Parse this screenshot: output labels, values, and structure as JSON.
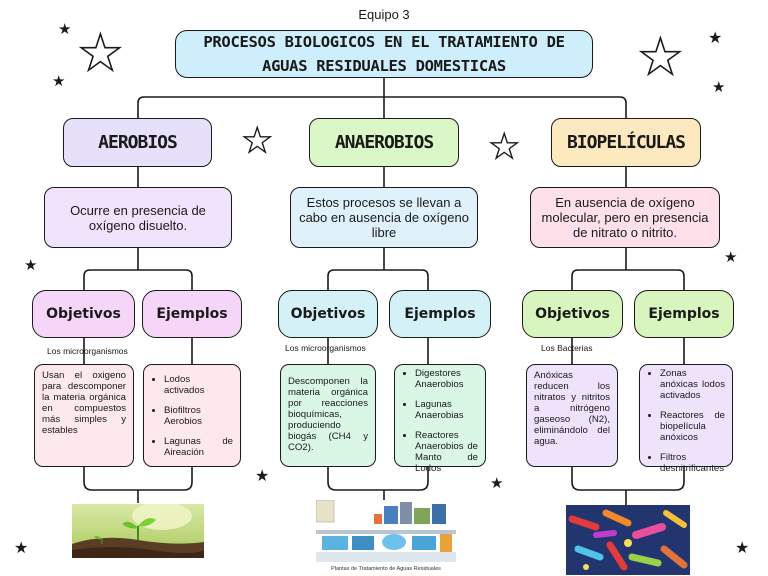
{
  "header": {
    "team": "Equipo 3"
  },
  "title": {
    "line1": "PROCESOS BIOLOGICOS EN EL TRATAMIENTO DE",
    "line2": "AGUAS RESIDUALES DOMESTICAS"
  },
  "colors": {
    "title_bg": "#cdeefa",
    "aerobios": "#e6e0fa",
    "anaerobios": "#dbf7c8",
    "biopeliculas": "#fde9bf",
    "pink": "#fde0ea",
    "lavender": "#f1e3fb",
    "cyan": "#d8f2f7",
    "light_blue": "#dff1fb",
    "mint": "#d9f7e4",
    "green": "#d8f5bd",
    "light_pink": "#fdecec"
  },
  "branches": {
    "aerobios": {
      "name": "AEROBIOS",
      "description": "Ocurre en presencia de oxígeno disuelto.",
      "objetivos_label": "Objetivos",
      "ejemplos_label": "Ejemplos",
      "microorganisms_label": "Los microorganismos",
      "objetivos_text": "Usan el oxigeno para descomponer la materia orgánica en compuestos más simples y estables",
      "ejemplos": [
        "Lodos activados",
        "Biofiltros Aerobios",
        "Lagunas de Aireación"
      ],
      "image": "seedling-in-soil-photo"
    },
    "anaerobios": {
      "name": "ANAEROBIOS",
      "description": "Estos procesos se llevan a cabo en ausencia de oxígeno libre",
      "objetivos_label": "Objetivos",
      "ejemplos_label": "Ejemplos",
      "microorganisms_label": "Los microorganismos",
      "objetivos_text": "Descomponen la materia orgánica por reacciones bioquímicas, produciendo biogás (CH4 y CO2).",
      "ejemplos": [
        "Digestores Anaerobios",
        "Lagunas Anaerobias",
        "Reactores Anaerobios de Manto de Lodos"
      ],
      "image": "water-treatment-plant-illustration",
      "image_caption": "Plantas de Tratamiento de Aguas Residuales"
    },
    "biopeliculas": {
      "name": "BIOPELÍCULAS",
      "description": "En ausencia de oxígeno molecular, pero en presencia de nitrato o nitrito.",
      "objetivos_label": "Objetivos",
      "ejemplos_label": "Ejemplos",
      "microorganisms_label": "Los Bacterias",
      "objetivos_text": "Anóxicas reducen los nitratos y nitritos a nitrógeno gaseoso (N2), eliminándolo del agua.",
      "ejemplos": [
        "Zonas anóxicas lodos activados",
        "Reactores de biopelícula anóxicos",
        "Filtros desnitrificantes"
      ],
      "image": "bacteria-microscopy-illustration"
    }
  },
  "decor": {
    "star_icon": "hand-drawn-star-icon"
  }
}
